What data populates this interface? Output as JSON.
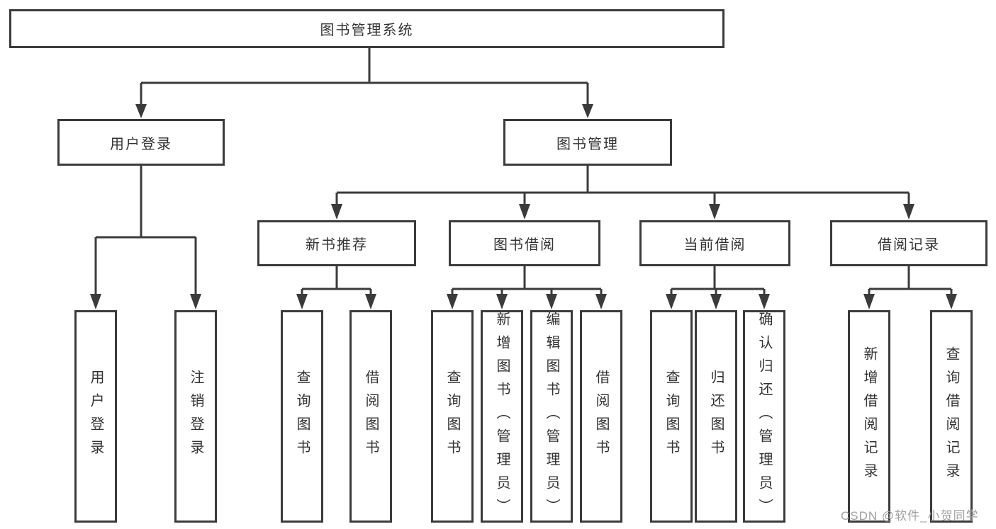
{
  "tree": {
    "label": "图书管理系统",
    "children": [
      {
        "label": "用户登录",
        "children": [
          {
            "label": "用户登录"
          },
          {
            "label": "注销登录"
          }
        ]
      },
      {
        "label": "图书管理",
        "children": [
          {
            "label": "新书推荐",
            "children": [
              {
                "label": "查询图书"
              },
              {
                "label": "借阅图书"
              }
            ]
          },
          {
            "label": "图书借阅",
            "children": [
              {
                "label": "查询图书"
              },
              {
                "label": "新增图书（管理员）"
              },
              {
                "label": "编辑图书（管理员）"
              },
              {
                "label": "借阅图书"
              }
            ]
          },
          {
            "label": "当前借阅",
            "children": [
              {
                "label": "查询图书"
              },
              {
                "label": "归还图书"
              },
              {
                "label": "确认归还（管理员）"
              }
            ]
          },
          {
            "label": "借阅记录",
            "children": [
              {
                "label": "新增借阅记录"
              },
              {
                "label": "查询借阅记录"
              }
            ]
          }
        ]
      }
    ]
  },
  "watermark": {
    "text": "CSDN @软件_小贺同学"
  },
  "colors": {
    "line": "#3b3b3b",
    "text": "#333333",
    "background": "#ffffff",
    "watermark": "#a0a0a0"
  }
}
